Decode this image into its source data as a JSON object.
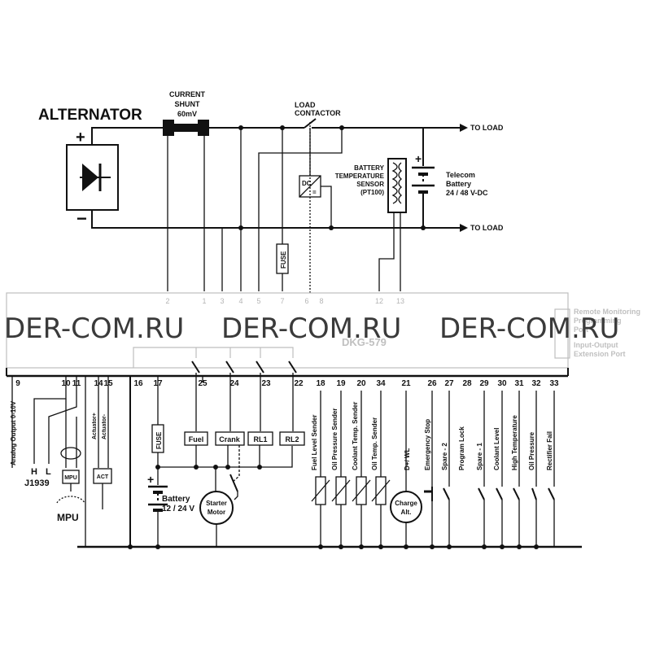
{
  "alternator": {
    "title": "ALTERNATOR",
    "plus": "+",
    "minus": "−"
  },
  "shunt": {
    "line1": "CURRENT",
    "line2": "SHUNT",
    "line3": "60mV"
  },
  "load_contactor": {
    "line1": "LOAD",
    "line2": "CONTACTOR"
  },
  "to_load_top": "TO LOAD",
  "to_load_bottom": "TO LOAD",
  "dc_converter": {
    "top": "DC",
    "bottom": "="
  },
  "battery_sensor": {
    "line1": "BATTERY",
    "line2": "TEMPERATURE",
    "line3": "SENSOR",
    "line4": "(PT100)"
  },
  "telecom_battery": {
    "plus": "+",
    "line1": "Telecom",
    "line2": "Battery",
    "line3": "24 / 48 V-DC"
  },
  "fuse_top": "FUSE",
  "fuse_left": "FUSE",
  "upper_terminals": [
    "2",
    "1",
    "3",
    "4",
    "5",
    "7",
    "6",
    "8",
    "12",
    "13"
  ],
  "watermark": [
    "DER-COM.RU",
    "DER-COM.RU",
    "DER-COM.RU"
  ],
  "faint_model": "DKG-579",
  "faint_ports": [
    "Remote Monitoring",
    "Programming",
    "Port",
    "Input-Output",
    "Extension Port"
  ],
  "terminals": [
    "9",
    "10",
    "11",
    "14",
    "15",
    "16",
    "17",
    "25",
    "24",
    "23",
    "22",
    "18",
    "19",
    "20",
    "34",
    "21",
    "26",
    "27",
    "28",
    "29",
    "30",
    "31",
    "32",
    "33"
  ],
  "relays": [
    "Fuel",
    "Crank",
    "RL1",
    "RL2"
  ],
  "analog_output": "Analog Output 0-10V",
  "actuator_plus": "Actuator+",
  "actuator_minus": "Actuator-",
  "j1939": {
    "h": "H",
    "l": "L",
    "label": "J1939"
  },
  "mpu": {
    "box": "MPU",
    "label": "MPU"
  },
  "act": "ACT",
  "sensors": [
    "Fuel Level Sender",
    "Oil Pressure Sender",
    "Coolant Temp. Sender",
    "Oil Temp. Sender"
  ],
  "dwl": "D+/ WL",
  "charge_alt": {
    "line1": "Charge",
    "line2": "Alt."
  },
  "inputs": [
    "Emergency Stop",
    "Spare - 2",
    "Program Lock",
    "Spare - 1",
    "Coolant Level",
    "High Temperature",
    "Oil Pressure",
    "Rectifier Fail"
  ],
  "battery": {
    "plus": "+",
    "line1": "Battery",
    "line2": "12 / 24 V"
  },
  "starter_motor": {
    "line1": "Starter",
    "line2": "Motor"
  }
}
